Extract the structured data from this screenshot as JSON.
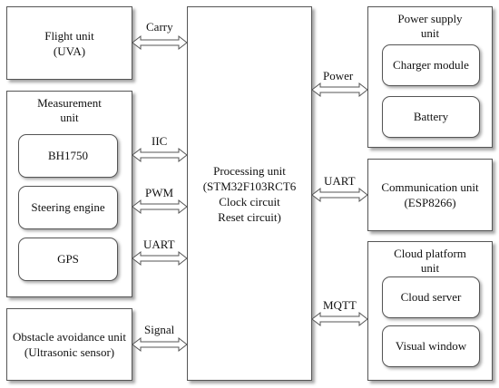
{
  "flight": {
    "line1": "Flight unit",
    "line2": "(UVA)"
  },
  "measurement": {
    "title_line1": "Measurement",
    "title_line2": "unit",
    "items": [
      "BH1750",
      "Steering engine",
      "GPS"
    ]
  },
  "obstacle": {
    "line1": "Obstacle avoidance unit",
    "line2": "(Ultrasonic sensor)"
  },
  "processing": {
    "line1": "Processing unit",
    "line2": "(STM32F103RCT6",
    "line3": "Clock circuit",
    "line4": "Reset circuit)"
  },
  "power": {
    "title_line1": "Power supply",
    "title_line2": "unit",
    "items": [
      "Charger module",
      "Battery"
    ]
  },
  "communication": {
    "line1": "Communication unit",
    "line2": "(ESP8266)"
  },
  "cloud": {
    "title_line1": "Cloud platform",
    "title_line2": "unit",
    "items": [
      "Cloud server",
      "Visual window"
    ]
  },
  "connections": {
    "carry": "Carry",
    "iic": "IIC",
    "pwm": "PWM",
    "uart_left": "UART",
    "signal": "Signal",
    "power": "Power",
    "uart_right": "UART",
    "mqtt": "MQTT"
  }
}
